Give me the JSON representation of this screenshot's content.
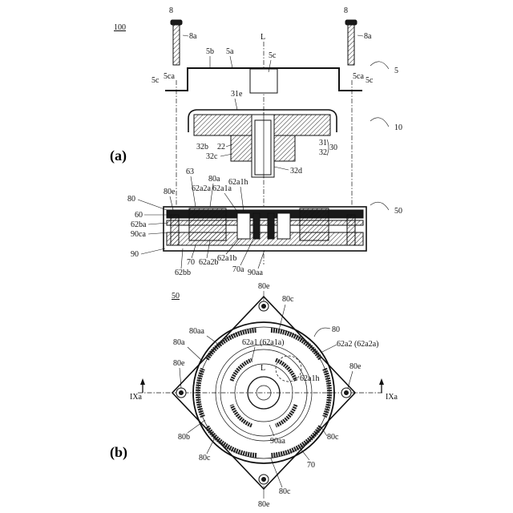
{
  "labels": {
    "fig_a": "(a)",
    "fig_b": "(b)",
    "ref_100": "100",
    "ref_50_b": "50",
    "screw_left": "8",
    "screw_left_a": "8a",
    "screw_right": "8",
    "screw_right_a": "8a",
    "axis_L": "L",
    "cover_5": "5",
    "cover_5a": "5a",
    "cover_5b": "5b",
    "cover_5c_top": "5c",
    "cover_5c_left": "5c",
    "cover_5ca_left": "5ca",
    "cover_5ca_right": "5ca",
    "cover_5c_right": "5c",
    "rotor_10": "10",
    "rotor_31e": "31e",
    "rotor_32b": "32b",
    "rotor_22": "22",
    "rotor_32c": "32c",
    "rotor_32d": "32d",
    "rotor_31": "31",
    "rotor_32": "32",
    "rotor_30": "30",
    "stator_50": "50",
    "s_80": "80",
    "s_80e": "80e",
    "s_60": "60",
    "s_62ba": "62ba",
    "s_90ca": "90ca",
    "s_90": "90",
    "s_63": "63",
    "s_80a": "80a",
    "s_62a2a": "62a2a",
    "s_62a1a": "62a1a",
    "s_62a1h": "62a1h",
    "s_70": "70",
    "s_62a2b": "62a2b",
    "s_62a1b": "62a1b",
    "s_62bb": "62bb",
    "s_70a": "70a",
    "s_90aa": "90aa",
    "b_80e_top": "80e",
    "b_80c_top": "80c",
    "b_80": "80",
    "b_80aa": "80aa",
    "b_80a": "80a",
    "b_62a1": "62a1 (62a1a)",
    "b_62a2": "62a2 (62a2a)",
    "b_L": "L",
    "b_62a1h": "62a1h",
    "b_80e_left": "80e",
    "b_80e_right": "80e",
    "b_IXa_left": "IXa",
    "b_IXa_right": "IXa",
    "b_80b": "80b",
    "b_80c_right": "80c",
    "b_90aa": "90aa",
    "b_80c_left": "80c",
    "b_70": "70",
    "b_80c_bottom": "80c",
    "b_80e_bottom": "80e"
  }
}
